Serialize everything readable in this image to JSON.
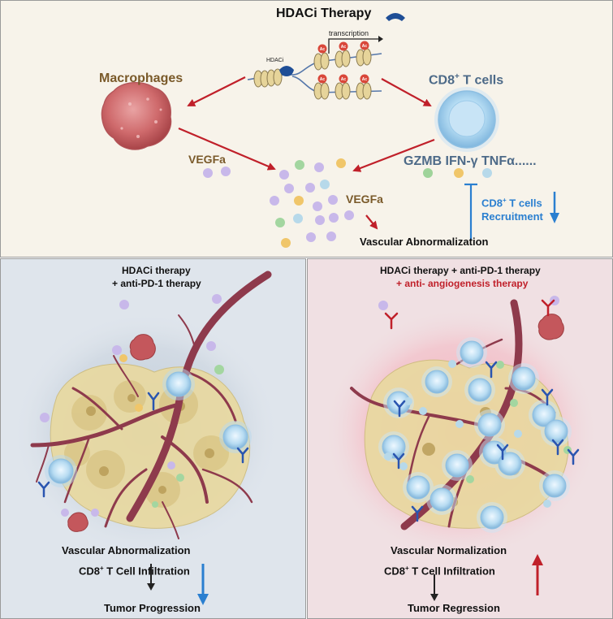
{
  "top": {
    "title": "HDACi Therapy",
    "macrophages": "Macrophages",
    "cd8": "CD8",
    "cd8_sup": "+",
    "cd8_rest": " T cells",
    "vegfa_left": "VEGFa",
    "vegfa_right": "VEGFa",
    "cytokines": "GZMB IFN-γ TNFα......",
    "transcription": "transcription",
    "hdaci_label": "HDACi",
    "ac": "Ac",
    "vascular_abnormalization": "Vascular Abnormalization",
    "recruitment_line1_a": "CD8",
    "recruitment_line1_sup": "+",
    "recruitment_line1_b": " T cells",
    "recruitment_line2": "Recruitment"
  },
  "left_panel": {
    "title_line1": "HDACi therapy",
    "title_line2": "+ anti-PD-1 therapy",
    "outcome1": "Vascular Abnormalization",
    "outcome2_a": "CD8",
    "outcome2_sup": "+",
    "outcome2_b": " T Cell Infiltration",
    "outcome3": "Tumor Progression"
  },
  "right_panel": {
    "title_line1": "HDACi therapy + anti-PD-1 therapy",
    "title_line2": "+ anti- angiogenesis therapy",
    "outcome1": "Vascular Normalization",
    "outcome2_a": "CD8",
    "outcome2_sup": "+",
    "outcome2_b": " T Cell Infiltration",
    "outcome3": "Tumor Regression"
  },
  "colors": {
    "top_bg": "#f7f3ea",
    "left_bg": "#dfe5ec",
    "right_bg": "#f0e0e3",
    "arrow_red": "#c0202a",
    "arrow_blue": "#2a7fd0",
    "label_brown": "#7a5a2a",
    "label_slate": "#4d6a88",
    "vessel": "#8e3a4c",
    "tumor": "#e8d79a",
    "tcell": "#a9d4ee",
    "macrophage": "#c4575c"
  },
  "icons": [
    "hdaci-inhibitor-icon",
    "nucleosome-icon",
    "macrophage-icon",
    "t-cell-icon",
    "vegfa-particle-icon",
    "antibody-icon",
    "blood-vessel-icon",
    "tumor-cell-icon",
    "increase-arrow-icon",
    "decrease-arrow-icon"
  ]
}
